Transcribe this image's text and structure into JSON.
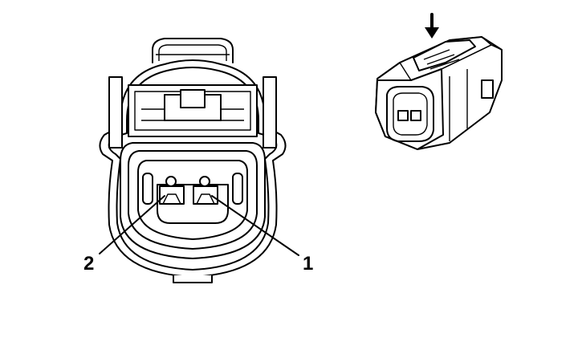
{
  "pins": [
    {
      "id": "pin-2",
      "label": "2"
    },
    {
      "id": "pin-1",
      "label": "1"
    }
  ],
  "colors": {
    "line": "#000000",
    "background": "#ffffff"
  }
}
